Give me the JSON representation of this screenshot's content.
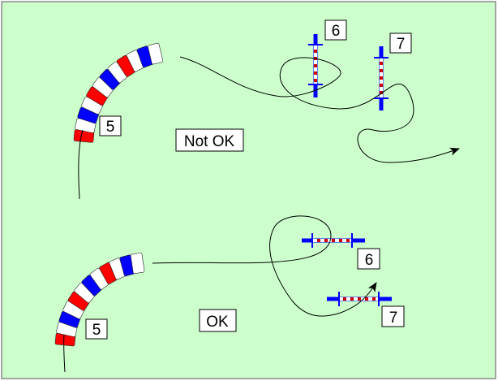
{
  "colors": {
    "background": "#ccffcc",
    "border": "#888888",
    "tunnel_red": "#ff0000",
    "tunnel_blue": "#0000ff",
    "tunnel_white": "#ffffff",
    "pole_stripe": "#cc0000",
    "path": "#000000"
  },
  "top_example": {
    "status_label": "Not OK",
    "tunnel_label": "5",
    "jump_a_label": "6",
    "jump_b_label": "7"
  },
  "bottom_example": {
    "status_label": "OK",
    "tunnel_label": "5",
    "jump_a_label": "6",
    "jump_b_label": "7"
  }
}
